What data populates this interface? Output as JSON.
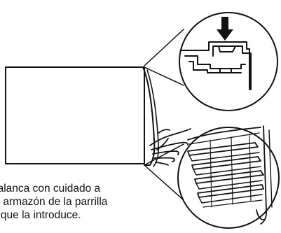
{
  "caption": {
    "line1": "palanca con cuidado a",
    "line2": "el armazón de la parrilla",
    "line3": "a que la introduce."
  },
  "icons": {
    "arrow": "down-arrow-icon",
    "hand": "hand-icon",
    "grille_detail": "louver-detail-icon",
    "lever_detail": "lever-detail-icon"
  }
}
